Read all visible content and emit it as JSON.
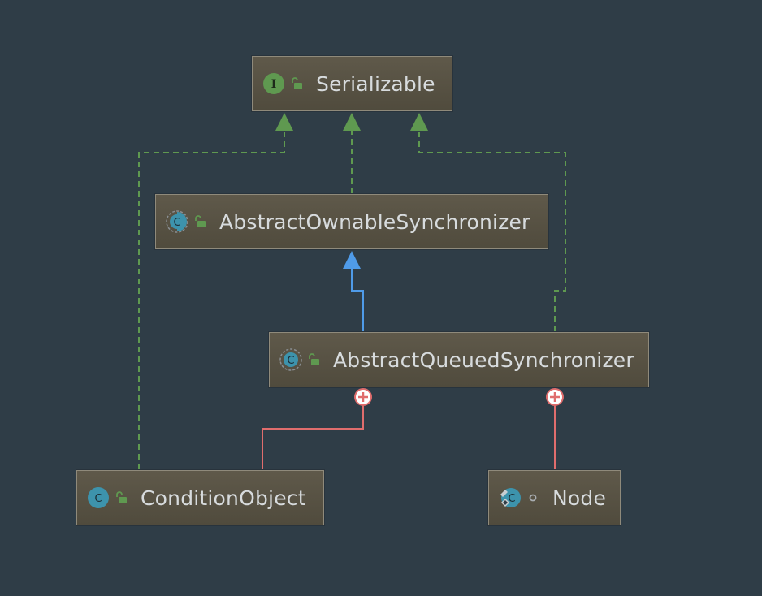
{
  "nodes": {
    "serializable": {
      "label": "Serializable",
      "kind": "interface-icon",
      "kind_letter": "I",
      "visibility": "public-lock-icon"
    },
    "aos": {
      "label": "AbstractOwnableSynchronizer",
      "kind": "abstract-class-icon",
      "kind_letter": "C",
      "visibility": "public-lock-icon"
    },
    "aqs": {
      "label": "AbstractQueuedSynchronizer",
      "kind": "abstract-class-icon",
      "kind_letter": "C",
      "visibility": "public-lock-icon"
    },
    "condition_object": {
      "label": "ConditionObject",
      "kind": "class-icon",
      "kind_letter": "C",
      "visibility": "public-lock-icon"
    },
    "node": {
      "label": "Node",
      "kind": "static-final-class-icon",
      "kind_letter": "C",
      "visibility": "package-private-icon"
    }
  },
  "edges": [
    {
      "from": "aos",
      "to": "serializable",
      "type": "implements"
    },
    {
      "from": "aqs",
      "to": "serializable",
      "type": "implements"
    },
    {
      "from": "condition_object",
      "to": "serializable",
      "type": "implements"
    },
    {
      "from": "aqs",
      "to": "aos",
      "type": "extends"
    },
    {
      "from": "condition_object",
      "to": "aqs",
      "type": "inner-class"
    },
    {
      "from": "node",
      "to": "aqs",
      "type": "inner-class"
    }
  ],
  "colors": {
    "background": "#2f3d47",
    "implements_edge": "#5f9950",
    "extends_edge": "#4f9be8",
    "inner_edge": "#e06d6d",
    "interface_icon": "#5f9950",
    "class_icon": "#3d93ac",
    "lock_icon": "#5f9950"
  }
}
